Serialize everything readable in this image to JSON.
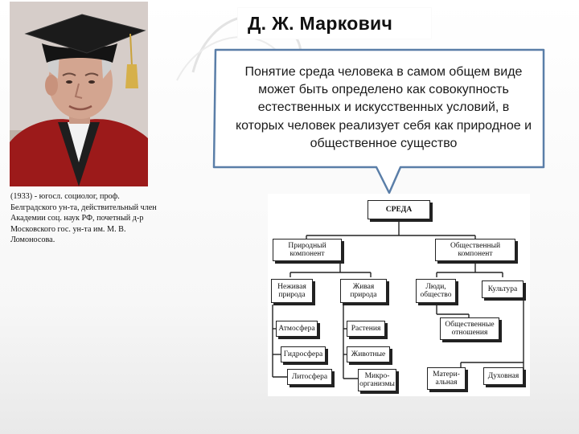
{
  "slide": {
    "title": "Д. Ж. Маркович",
    "definition": "Понятие среда человека в самом общем виде может быть определено как совокупность естественных и искусственных условий, в которых человек реализует себя как природное и общественное существо",
    "bio": "(1933) - югосл. социолог, проф. Белградского ун-та, действительный член Академии соц. наук РФ, почетный д-р Московского гос. ун-та им. М. В. Ломоносова."
  },
  "diagram": {
    "root": "СРЕДА",
    "natural": "Природный\nкомпонент",
    "social": "Общественный\nкомпонент",
    "inanimate": "Неживая\nприрода",
    "living": "Живая\nприрода",
    "atmosphere": "Атмосфера",
    "hydrosphere": "Гидросфера",
    "lithosphere": "Литосфера",
    "plants": "Растения",
    "animals": "Животные",
    "microorganisms": "Микро-\nорганизмы",
    "people": "Люди,\nобщество",
    "culture": "Культура",
    "relations": "Общественные\nотношения",
    "material": "Матери-\nальная",
    "spiritual": "Духовная"
  },
  "colors": {
    "callout_border": "#5a7ea8",
    "gown_red": "#9c1a1a",
    "cap_black": "#141414"
  }
}
